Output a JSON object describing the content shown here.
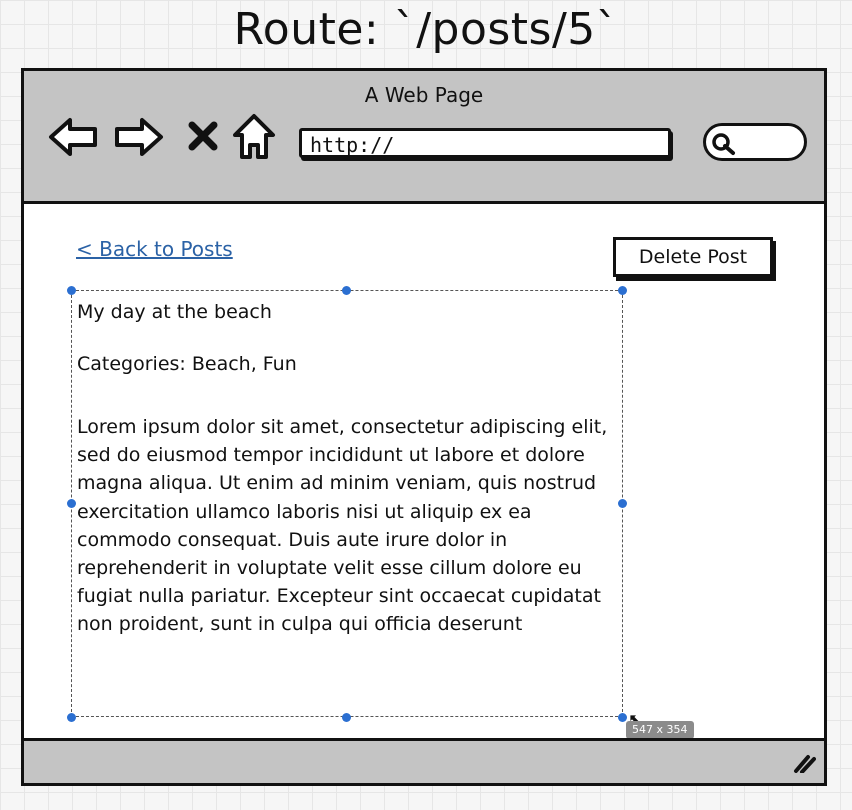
{
  "route_title": "Route: `/posts/5`",
  "browser": {
    "title": "A Web Page",
    "url": "http://",
    "icons": {
      "back": "back-arrow-icon",
      "forward": "forward-arrow-icon",
      "stop": "close-icon",
      "home": "home-icon",
      "search": "search-icon"
    }
  },
  "page": {
    "back_link": "< Back to Posts",
    "delete_button": "Delete Post",
    "post": {
      "title": "My day at the beach",
      "categories": "Categories: Beach, Fun",
      "body": "Lorem ipsum dolor sit amet, consectetur adipiscing elit, sed do eiusmod tempor incididunt ut labore et dolore magna aliqua. Ut enim ad minim veniam, quis nostrud exercitation ullamco laboris nisi ut aliquip ex ea commodo consequat. Duis aute irure dolor in reprehenderit in voluptate velit esse cillum dolore eu fugiat nulla pariatur. Excepteur sint occaecat cupidatat non proident, sunt in culpa qui officia deserunt"
    }
  },
  "selection": {
    "size_label": "547 x 354"
  },
  "colors": {
    "link": "#2b62a6",
    "chrome": "#c4c4c4",
    "handle": "#2b6fd1"
  }
}
